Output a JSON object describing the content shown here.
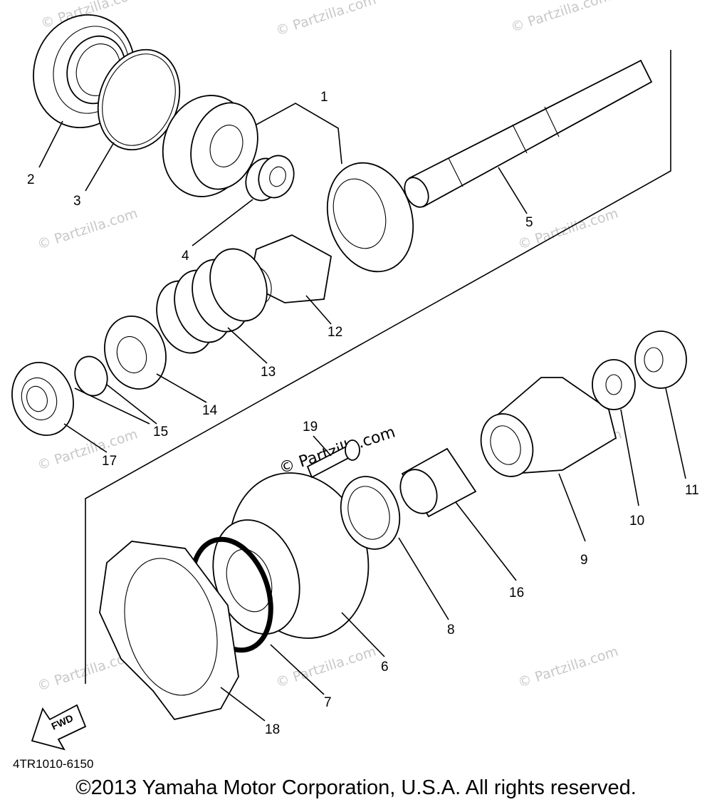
{
  "diagram": {
    "part_labels": [
      "1",
      "2",
      "3",
      "4",
      "5",
      "6",
      "7",
      "8",
      "9",
      "10",
      "11",
      "12",
      "13",
      "14",
      "15",
      "16",
      "17",
      "18",
      "19"
    ],
    "watermark": "© Partzilla.com",
    "part_number": "4TR1010-6150",
    "fwd_label": "FWD",
    "copyright": "©2013 Yamaha Motor Corporation, U.S.A. All rights reserved."
  },
  "colors": {
    "line": "#000000",
    "watermark": "#c8c8c8",
    "background": "#ffffff"
  }
}
